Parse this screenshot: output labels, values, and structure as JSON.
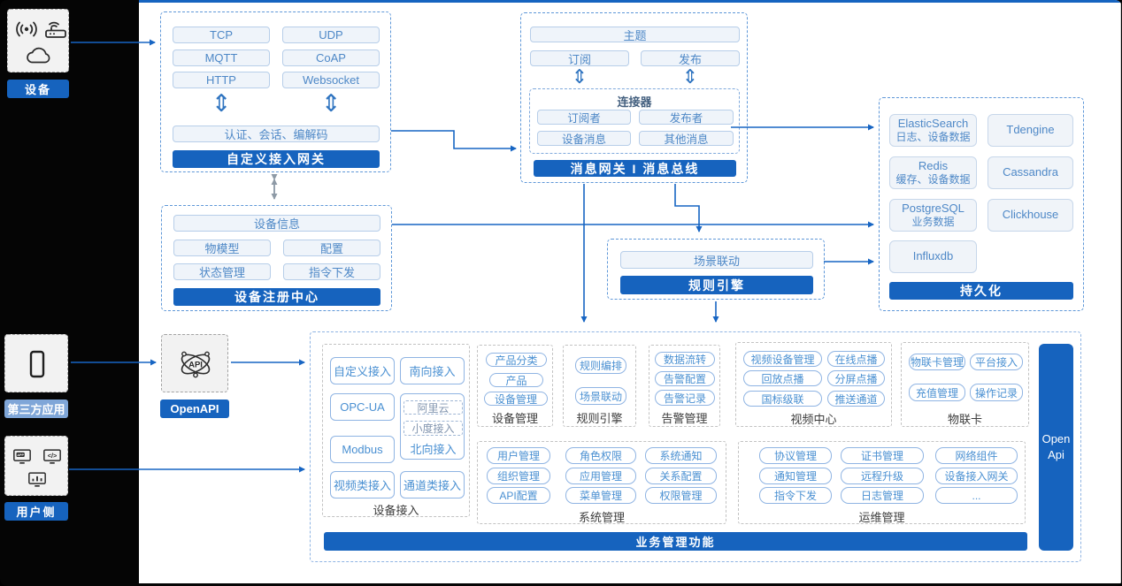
{
  "glyphs": {
    "updown_double": "⇕"
  },
  "rail": {
    "device_label": "设备",
    "third_party_label": "第三方应用",
    "user_label": "用户侧",
    "device_icons": [
      "signal-icon",
      "router-icon",
      "cloud-icon"
    ],
    "third_party_icons": [
      "phone-icon"
    ],
    "user_icons": [
      "app-monitor-icon",
      "code-monitor-icon",
      "chart-monitor-icon"
    ]
  },
  "gateway": {
    "protocols": [
      "TCP",
      "UDP",
      "MQTT",
      "CoAP",
      "HTTP",
      "Websocket"
    ],
    "auth_pill": "认证、会话、编解码",
    "title": "自定义接入网关"
  },
  "message": {
    "topic": "主题",
    "subscribe": "订阅",
    "publish": "发布",
    "connector": {
      "title": "连接器",
      "items": [
        "订阅者",
        "发布者",
        "设备消息",
        "其他消息"
      ]
    },
    "title": "消息网关 I 消息总线"
  },
  "registry": {
    "info": "设备信息",
    "items": [
      "物模型",
      "配置",
      "状态管理",
      "指令下发"
    ],
    "title": "设备注册中心"
  },
  "rule": {
    "pill": "场景联动",
    "title": "规则引擎"
  },
  "persistence": {
    "title": "持久化",
    "cells": [
      {
        "name": "ElasticSearch",
        "desc": "日志、设备数据"
      },
      {
        "name": "Tdengine",
        "desc": ""
      },
      {
        "name": "Redis",
        "desc": "缓存、设备数据"
      },
      {
        "name": "Cassandra",
        "desc": ""
      },
      {
        "name": "PostgreSQL",
        "desc": "业务数据"
      },
      {
        "name": "Clickhouse",
        "desc": ""
      },
      {
        "name": "Influxdb",
        "desc": ""
      }
    ]
  },
  "openapi_label": "OpenAPI",
  "business": {
    "title": "业务管理功能",
    "openapi_bar": "Open Api",
    "device_access": {
      "label": "设备接入",
      "pills": [
        "自定义接入",
        "南向接入",
        "OPC-UA",
        "Modbus",
        "视频类接入",
        "通道类接入"
      ],
      "north": {
        "label": "北向接入",
        "items": [
          "阿里云",
          "小度接入"
        ]
      }
    },
    "sections": [
      {
        "label": "设备管理",
        "items": [
          "产品分类",
          "产品",
          "设备管理"
        ]
      },
      {
        "label": "规则引擎",
        "items": [
          "规则编排",
          "场景联动"
        ]
      },
      {
        "label": "告警管理",
        "items": [
          "数据流转",
          "告警配置",
          "告警记录"
        ]
      },
      {
        "label": "视频中心",
        "items": [
          "视频设备管理",
          "在线点播",
          "回放点播",
          "分屏点播",
          "国标级联",
          "推送通道"
        ]
      },
      {
        "label": "物联卡",
        "items": [
          "物联卡管理",
          "平台接入",
          "充值管理",
          "操作记录"
        ]
      },
      {
        "label": "系统管理",
        "items": [
          "用户管理",
          "角色权限",
          "系统通知",
          "组织管理",
          "应用管理",
          "关系配置",
          "API配置",
          "菜单管理",
          "权限管理"
        ]
      },
      {
        "label": "运维管理",
        "items": [
          "协议管理",
          "证书管理",
          "网络组件",
          "通知管理",
          "远程升级",
          "设备接入网关",
          "指令下发",
          "日志管理",
          "..."
        ]
      }
    ]
  }
}
